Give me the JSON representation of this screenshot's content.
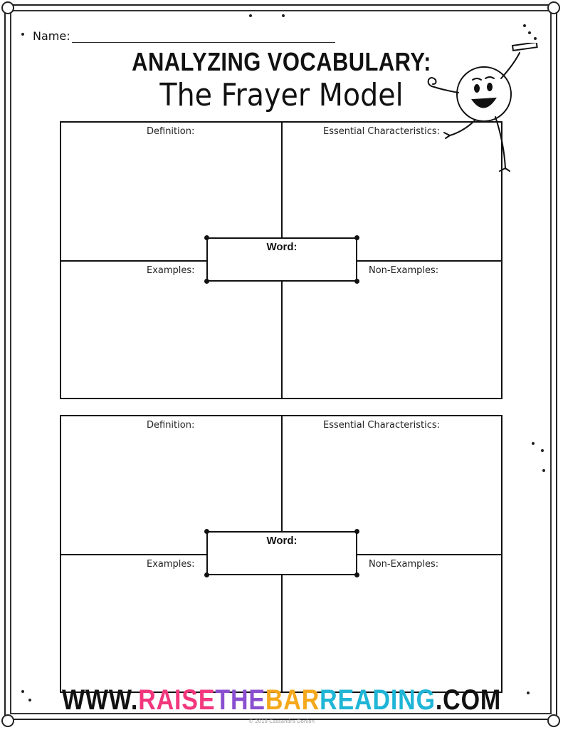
{
  "header": {
    "name_label": "Name:",
    "title_line1": "ANALYZING VOCABULARY:",
    "title_line2": "The Frayer Model"
  },
  "frayer_models": [
    {
      "definition_label": "Definition:",
      "characteristics_label": "Essential Characteristics:",
      "examples_label": "Examples:",
      "non_examples_label": "Non-Examples:",
      "word_label": "Word:"
    },
    {
      "definition_label": "Definition:",
      "characteristics_label": "Essential Characteristics:",
      "examples_label": "Examples:",
      "non_examples_label": "Non-Examples:",
      "word_label": "Word:"
    }
  ],
  "footer": {
    "url_prefix": "WWW.",
    "url_part_raise": "RAISE",
    "url_part_the": "THE",
    "url_part_bar": "BAR",
    "url_part_reading": "READING",
    "url_suffix": ".COM",
    "copyright": "© 2019 Cassandra Donlon"
  },
  "colors": {
    "raise": "#f2377d",
    "the": "#8a4fd0",
    "bar": "#f5a81c",
    "reading": "#1fb5d6",
    "ink": "#111111"
  },
  "icons": {
    "mascot": "smiling-ball-character-icon"
  }
}
